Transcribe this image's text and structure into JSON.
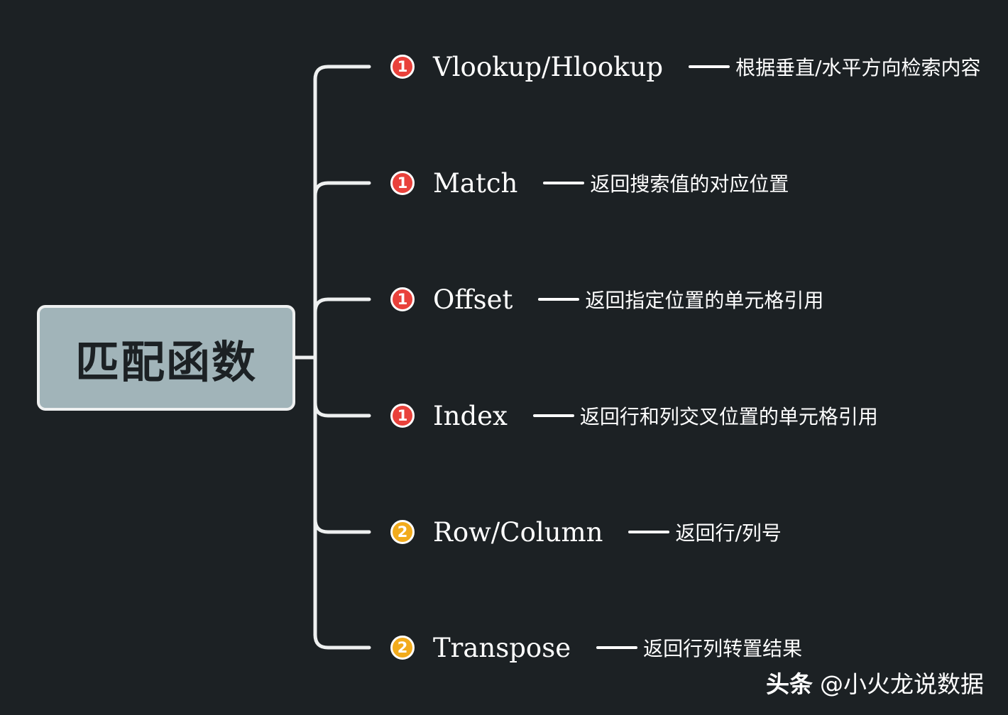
{
  "root": {
    "title": "匹配函数"
  },
  "branches": [
    {
      "badge": "1",
      "priority": "p1",
      "name": "Vlookup/Hlookup",
      "desc": "根据垂直/水平方向检索内容"
    },
    {
      "badge": "1",
      "priority": "p1",
      "name": "Match",
      "desc": "返回搜索值的对应位置"
    },
    {
      "badge": "1",
      "priority": "p1",
      "name": "Offset",
      "desc": "返回指定位置的单元格引用"
    },
    {
      "badge": "1",
      "priority": "p1",
      "name": "Index",
      "desc": "返回行和列交叉位置的单元格引用"
    },
    {
      "badge": "2",
      "priority": "p2",
      "name": "Row/Column",
      "desc": "返回行/列号"
    },
    {
      "badge": "2",
      "priority": "p2",
      "name": "Transpose",
      "desc": "返回行列转置结果"
    }
  ],
  "watermark": {
    "brand": "头条",
    "handle": "@小火龙说数据"
  },
  "colors": {
    "background": "#1c2124",
    "root_fill": "#a1b4b9",
    "connector": "#eef0f0",
    "priority_1": "#e9413b",
    "priority_2": "#f2ab1c"
  }
}
